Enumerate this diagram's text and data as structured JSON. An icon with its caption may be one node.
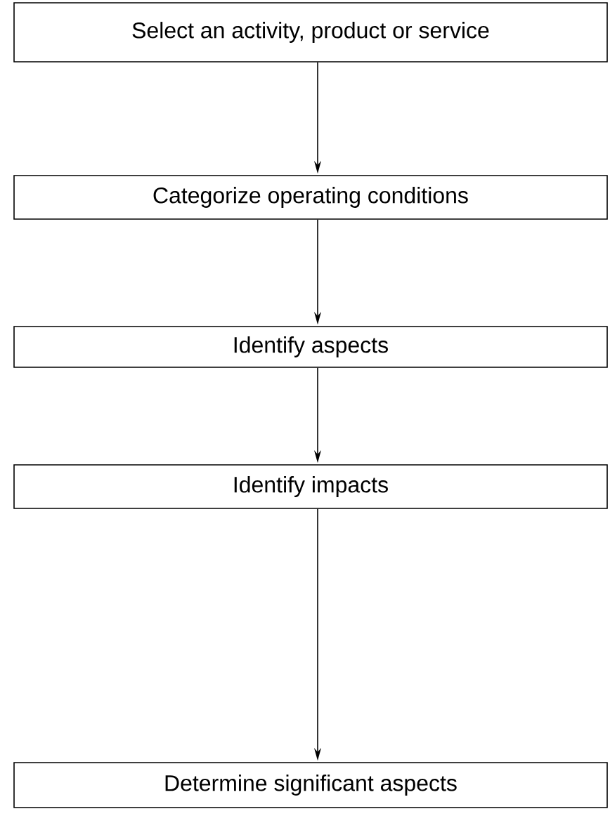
{
  "diagram": {
    "nodes": [
      {
        "text": [
          "Select an activity, product or service"
        ]
      },
      {
        "text": [
          "Categorize operating conditions"
        ]
      },
      {
        "text": [
          "Identify aspects"
        ]
      },
      {
        "text": [
          "Identify impacts"
        ]
      },
      {
        "text": [
          "Determine significant aspects"
        ]
      }
    ],
    "edges": [
      {
        "from": 0,
        "to": 1,
        "arrow": "to"
      },
      {
        "from": 1,
        "to": 2,
        "arrow": "to"
      },
      {
        "from": 2,
        "to": 3,
        "arrow": "to"
      },
      {
        "from": 3,
        "to": 4,
        "arrow": "to"
      }
    ]
  }
}
